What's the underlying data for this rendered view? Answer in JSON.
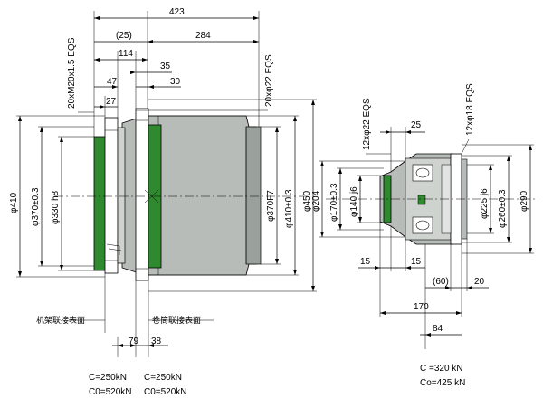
{
  "colors": {
    "body_gray": "#b7bcb9",
    "body_gray_dark": "#9aa09c",
    "flange_green": "#2f8a2f",
    "line": "#000000",
    "background": "#ffffff"
  },
  "left_view": {
    "top_dims": {
      "d423": "423",
      "d25": "(25)",
      "d284": "284",
      "d114": "114",
      "d35": "35",
      "d47": "47",
      "d30": "30",
      "d27": "27"
    },
    "bolt_labels": {
      "left": "20xM20x1.5 EQS",
      "right": "20xφ22 EQS"
    },
    "left_diameters": {
      "d410": "φ410",
      "d370": "φ370±0.3",
      "d330": "φ330 h8"
    },
    "right_diameters": {
      "d370f7": "φ370F7",
      "d410": "φ410±0.3",
      "d450": "φ450"
    },
    "annotations": {
      "frame_face": "机架联接表面",
      "drum_face": "卷筒联接表面"
    },
    "bottom_dims": {
      "d79": "79",
      "d38": "38"
    },
    "loads_left": {
      "c": "C=250kN",
      "c0": "C0=520kN"
    },
    "loads_right": {
      "c": "C=250kN",
      "c0": "C0=520kN"
    }
  },
  "right_view": {
    "bolt_labels": {
      "left": "12xφ22 EQS",
      "right": "12xφ18 EQS"
    },
    "top_dims": {
      "d25": "25"
    },
    "left_diameters": {
      "d204": "φ204",
      "d170": "φ170±0.3",
      "d140": "φ140 j6"
    },
    "right_diameters": {
      "d225": "φ225 j6",
      "d260": "φ260±0.3",
      "d290": "φ290"
    },
    "bottom_dims": {
      "d15a": "15",
      "d15b": "15",
      "d60": "(60)",
      "d20": "20",
      "d170": "170",
      "d84": "84"
    },
    "loads": {
      "c": "C =320 kN",
      "c0": "Co=425 kN"
    }
  }
}
